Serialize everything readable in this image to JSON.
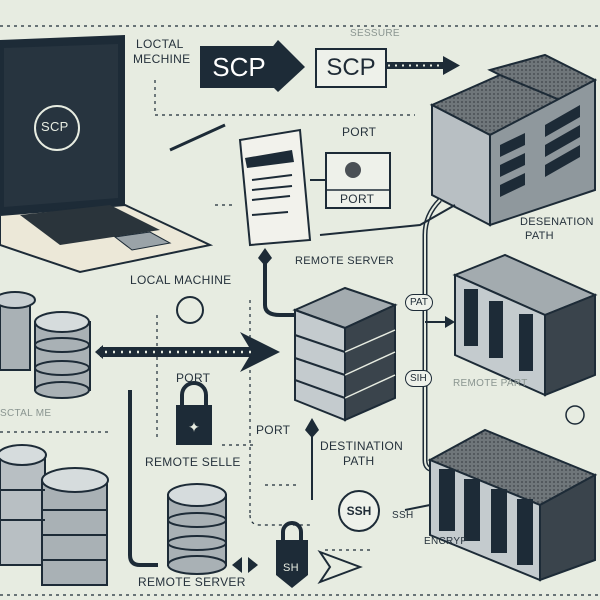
{
  "top": {
    "local_machine_label": [
      "LOCTAL",
      "MECHINE"
    ],
    "scp_arrow_label": "SCP",
    "scp_box_label": "SCP",
    "secure_label": "SESSURE",
    "laptop_screen_label": "SCP",
    "port_label": "PORT",
    "port_box_label": "PORT",
    "destination_label": [
      "DESENATION",
      "PATH"
    ],
    "remote_server_label": "REMOTE SERVER"
  },
  "middle": {
    "local_machine_label": "LOCAL MACHINE",
    "port_label": "PORT",
    "remote_selle_label": "REMOTE SELLE",
    "port_label_2": "PORT",
    "destination_label": [
      "DESTINATION",
      "PATH"
    ],
    "ssh_circle_label": "SSH",
    "path_pill_label": "PAT",
    "ssh_pill_label": "SIH",
    "remote_part_label": "REMOTE PART",
    "local_faint_label": "SCTAL ME"
  },
  "bottom": {
    "lock_label": "SH",
    "ssh_label": "SSH",
    "encrypt_label": "ENCRYP",
    "remote_server_label": "REMOTE SERVER"
  },
  "colors": {
    "background": "#e7ece1",
    "ink": "#1d2b37",
    "metal": "#9aa3a8"
  }
}
